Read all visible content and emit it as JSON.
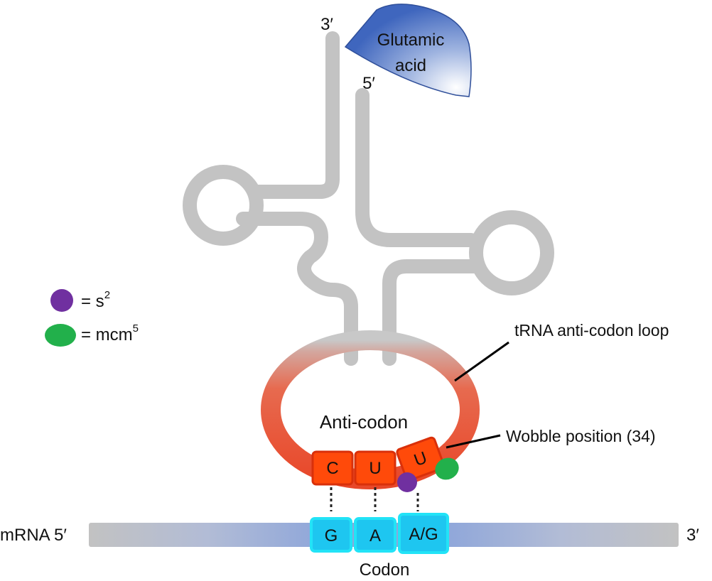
{
  "diagram": {
    "labels": {
      "amino_acid_line1": "Glutamic",
      "amino_acid_line2": "acid",
      "trna_3prime": "3′",
      "trna_5prime": "5′",
      "anticodon": "Anti-codon",
      "anticodon_loop": "tRNA anti-codon loop",
      "wobble": "Wobble position (34)",
      "mrna_5prime": "mRNA 5′",
      "mrna_3prime": "3′",
      "codon": "Codon"
    },
    "legend": {
      "items": [
        {
          "text": "= s",
          "sup": "2",
          "color": "#7030a0",
          "icon": "purple-circle"
        },
        {
          "text": "= mcm",
          "sup": "5",
          "color": "#22b04b",
          "icon": "green-ellipse"
        }
      ]
    },
    "anticodon_bases": [
      "C",
      "U",
      "U"
    ],
    "codon_bases": [
      "G",
      "A",
      "A/G"
    ],
    "colors": {
      "trna_backbone": "#c3c3c3",
      "anticodon_loop": "#e8482a",
      "anticodon_box": "#ff4a0a",
      "codon_box": "#1ec6f0",
      "codon_border": "#22e3f7",
      "mrna_gray": "#bfbfbf",
      "mrna_blue": "#8fa8d8",
      "amino_acid_fill": "#4a72c4",
      "modification_s2": "#7030a0",
      "modification_mcm5": "#22b04b"
    }
  }
}
